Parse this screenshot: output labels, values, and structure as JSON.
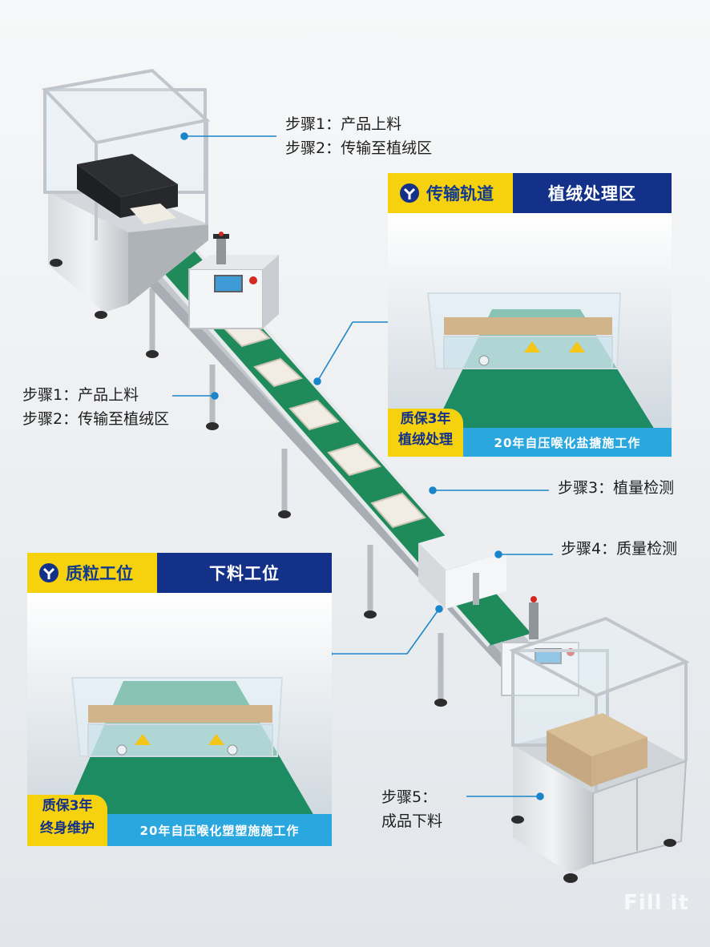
{
  "callouts": {
    "top_left_line1": "步骤1：产品上料",
    "top_left_line2": "步骤2：传输至植绒区",
    "mid_left_line1": "步骤1：产品上料",
    "mid_left_line2": "步骤2：传输至植绒区",
    "step3": "步骤3：植量检测",
    "step4": "步骤4：质量检测",
    "step5_line1": "步骤5：",
    "step5_line2": "成品下料"
  },
  "panel_top": {
    "tab_left": "传输轨道",
    "tab_right": "植绒处理区",
    "badge_line1": "质保3年",
    "badge_line2": "植绒处理",
    "strip": "20年自压喉化盐搪施工作"
  },
  "panel_bottom": {
    "tab_left": "质粒工位",
    "tab_right": "下料工位",
    "badge_line1": "质保3年",
    "badge_line2": "终身维护",
    "strip": "20年自压喉化塑塑施施工作"
  },
  "watermark": "Fill it",
  "colors": {
    "belt": "#1f8a5a",
    "frame": "#c7ccd1",
    "brand_yellow": "#f6d10d",
    "brand_blue": "#14318a",
    "callout_line": "#1a86c9"
  }
}
